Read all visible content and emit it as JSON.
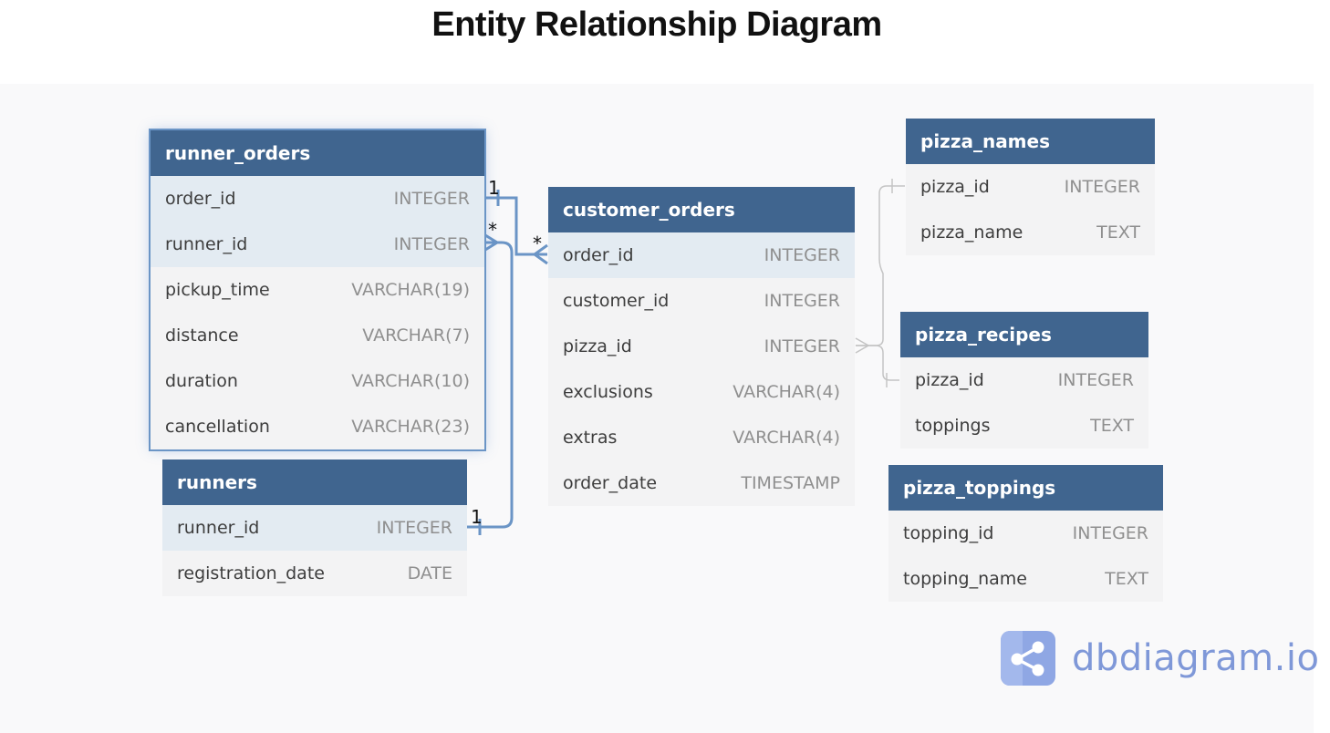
{
  "title": "Entity Relationship Diagram",
  "tables": {
    "runner_orders": {
      "name": "runner_orders",
      "fields": [
        {
          "name": "order_id",
          "type": "INTEGER"
        },
        {
          "name": "runner_id",
          "type": "INTEGER"
        },
        {
          "name": "pickup_time",
          "type": "VARCHAR(19)"
        },
        {
          "name": "distance",
          "type": "VARCHAR(7)"
        },
        {
          "name": "duration",
          "type": "VARCHAR(10)"
        },
        {
          "name": "cancellation",
          "type": "VARCHAR(23)"
        }
      ]
    },
    "runners": {
      "name": "runners",
      "fields": [
        {
          "name": "runner_id",
          "type": "INTEGER"
        },
        {
          "name": "registration_date",
          "type": "DATE"
        }
      ]
    },
    "customer_orders": {
      "name": "customer_orders",
      "fields": [
        {
          "name": "order_id",
          "type": "INTEGER"
        },
        {
          "name": "customer_id",
          "type": "INTEGER"
        },
        {
          "name": "pizza_id",
          "type": "INTEGER"
        },
        {
          "name": "exclusions",
          "type": "VARCHAR(4)"
        },
        {
          "name": "extras",
          "type": "VARCHAR(4)"
        },
        {
          "name": "order_date",
          "type": "TIMESTAMP"
        }
      ]
    },
    "pizza_names": {
      "name": "pizza_names",
      "fields": [
        {
          "name": "pizza_id",
          "type": "INTEGER"
        },
        {
          "name": "pizza_name",
          "type": "TEXT"
        }
      ]
    },
    "pizza_recipes": {
      "name": "pizza_recipes",
      "fields": [
        {
          "name": "pizza_id",
          "type": "INTEGER"
        },
        {
          "name": "toppings",
          "type": "TEXT"
        }
      ]
    },
    "pizza_toppings": {
      "name": "pizza_toppings",
      "fields": [
        {
          "name": "topping_id",
          "type": "INTEGER"
        },
        {
          "name": "topping_name",
          "type": "TEXT"
        }
      ]
    }
  },
  "relationship_labels": {
    "runner_orders_order_id": "1",
    "runner_orders_runner_id": "*",
    "customer_orders_order_id": "*",
    "runners_runner_id": "1"
  },
  "colors": {
    "header": "#40658f",
    "row_highlight": "#e3ebf2",
    "connector_active": "#6b95c6",
    "connector_inactive": "#c4c4c4",
    "logo": "#7f98d8"
  },
  "logo": {
    "text": "dbdiagram.io",
    "icon": "share-nodes-icon"
  }
}
